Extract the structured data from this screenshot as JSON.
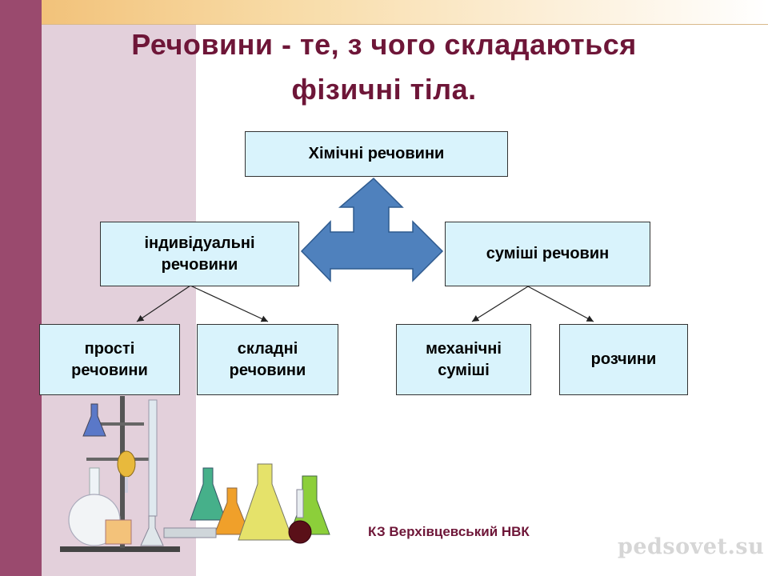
{
  "slide": {
    "title_line1": "Речовини - те, з чого складаються",
    "title_line2": "фізичні тіла.",
    "footer": "КЗ Верхівцевський НВК",
    "watermark": "pedsovet.su"
  },
  "diagram": {
    "root": "Хімічні речовини",
    "left": "індивідуальні\nречовини",
    "right": "суміші речовин",
    "simple": "прості\nречовини",
    "complex": "складні\nречовини",
    "mechanical": "механічні\nсуміші",
    "solutions": "розчини"
  },
  "colors": {
    "accent_dark": "#9a4a6e",
    "accent_light": "#e3d0db",
    "title": "#6e1638",
    "box_fill": "#d9f3fc",
    "arrow_fill": "#4f81bd"
  }
}
